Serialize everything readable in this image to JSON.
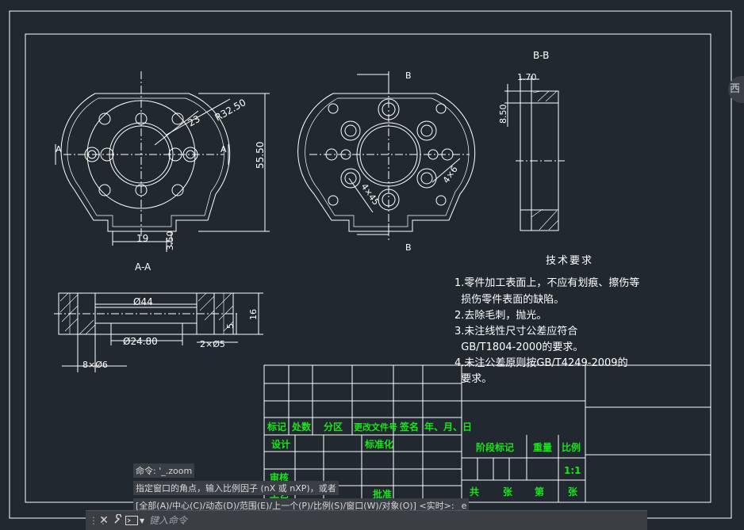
{
  "drawing": {
    "view_labels": {
      "section_bb": "B-B",
      "section_aa": "A-A",
      "cut_a": "A",
      "cut_b": "B"
    },
    "dimensions": {
      "d_70": "1.70",
      "d_850": "8.50",
      "d_5550": "55.50",
      "d_r3250": "R32.50",
      "d_23": "23",
      "d_19": "19",
      "d_350": "3.50",
      "d_4x45": "4×45",
      "d_4x6": "4×6",
      "d_phi44": "Ø44",
      "d_phi2480": "Ø24.80",
      "d_2x5": "2×Ø5",
      "d_5": "5",
      "d_16": "16",
      "d_8x6": "8×Ø6"
    },
    "tech_req": {
      "title": "技术要求",
      "lines": [
        "1.零件加工表面上，不应有划痕、擦伤等",
        "  损伤零件表面的缺陷。",
        "2.去除毛刺，抛光。",
        "3.未注线性尺寸公差应符合",
        "  GB/T1804-2000的要求。",
        "4.未注公差原则按GB/T4249-2009的",
        "  要求。"
      ]
    },
    "title_block": {
      "biaoji": "标记",
      "chushu": "处数",
      "fenqu": "分区",
      "gaiwen": "更改文件号",
      "qianming": "签名",
      "date": "年、月、日",
      "sheji": "设计",
      "biaozhunhua": "标准化",
      "jieduan": "阶段标记",
      "zhongliang": "重量",
      "bili": "比例",
      "scale": "1:1",
      "shenhe": "审核",
      "gongyi": "工艺",
      "pizhun": "批准",
      "gong": "共",
      "zhang1": "张",
      "di": "第",
      "zhang2": "张"
    }
  },
  "command": {
    "history": [
      "命令: '_.zoom",
      "指定窗口的角点，输入比例因子 (nX 或 nXP)，或者",
      "[全部(A)/中心(C)/动态(D)/范围(E)/上一个(P)/比例(S)/窗口(W)/对象(O)] <实时>: _e"
    ],
    "placeholder": "键入命令"
  },
  "side_tab": {
    "label": "西"
  },
  "colors": {
    "background": "#212830",
    "lines": "#ffffff",
    "title_text": "#19e619"
  }
}
